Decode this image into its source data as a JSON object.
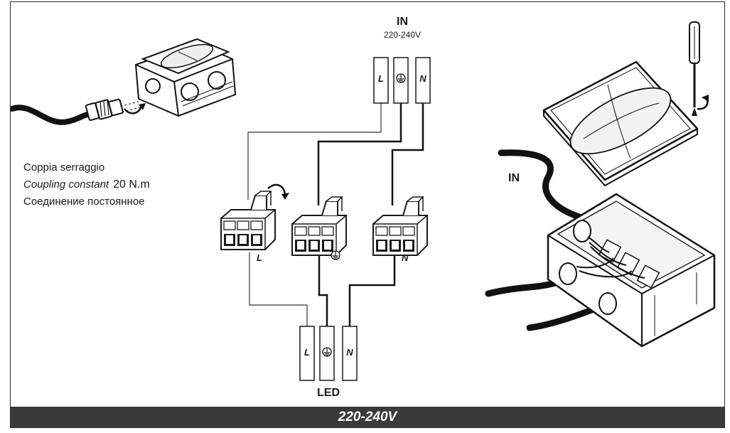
{
  "input_block": {
    "title": "IN",
    "voltage": "220-240V",
    "terminals": [
      "L",
      "N"
    ]
  },
  "connectors": {
    "live_label": "L",
    "neutral_label": "N"
  },
  "output_block": {
    "title": "LED",
    "terminals": [
      "L",
      "N"
    ]
  },
  "torque_note": {
    "line_it": "Coppia serraggio",
    "line_en_label": "Coupling constant",
    "line_en_value": "20 N.m",
    "line_ru": "Соединение постоянное"
  },
  "box_illustration": {
    "cable_label": "IN"
  },
  "footer": {
    "voltage": "220-240V"
  },
  "icons": [
    "ground-symbol-icon",
    "rotate-arrow-icon",
    "screwdriver-icon",
    "gland-icon"
  ],
  "colors": {
    "line": "#1a1a1a",
    "footer_bg": "#3a3a3a",
    "footer_text": "#ffffff"
  }
}
